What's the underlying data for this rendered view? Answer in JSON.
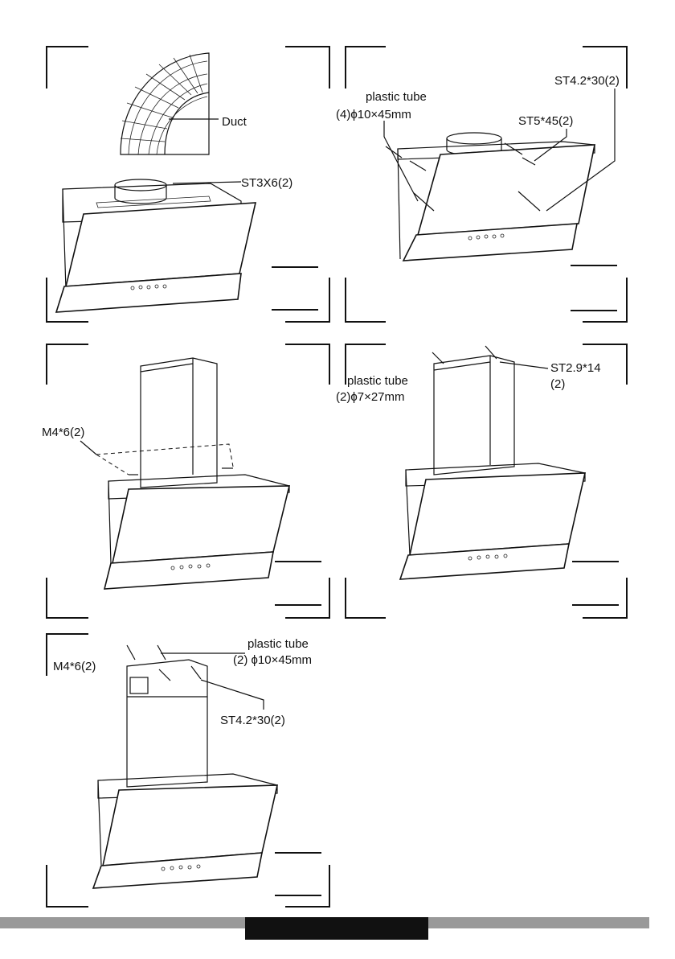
{
  "step1": {
    "duct_label": "Duct",
    "screw_label": "ST3X6(2)"
  },
  "step2": {
    "tube_label": "plastic tube",
    "tube_spec": "(4)ϕ10×45mm",
    "screw_top": "ST4.2*30(2)",
    "screw_mid": "ST5*45(2)"
  },
  "step3": {
    "screw_label": "M4*6(2)"
  },
  "step4": {
    "tube_label": "plastic tube",
    "tube_spec": "(2)ϕ7×27mm",
    "screw_label": "ST2.9*14",
    "screw_qty": "(2)"
  },
  "step5": {
    "screw_label": "M4*6(2)",
    "tube_label": "plastic tube",
    "tube_spec": "(2) ϕ10×45mm",
    "screw2_label": "ST4.2*30(2)"
  }
}
